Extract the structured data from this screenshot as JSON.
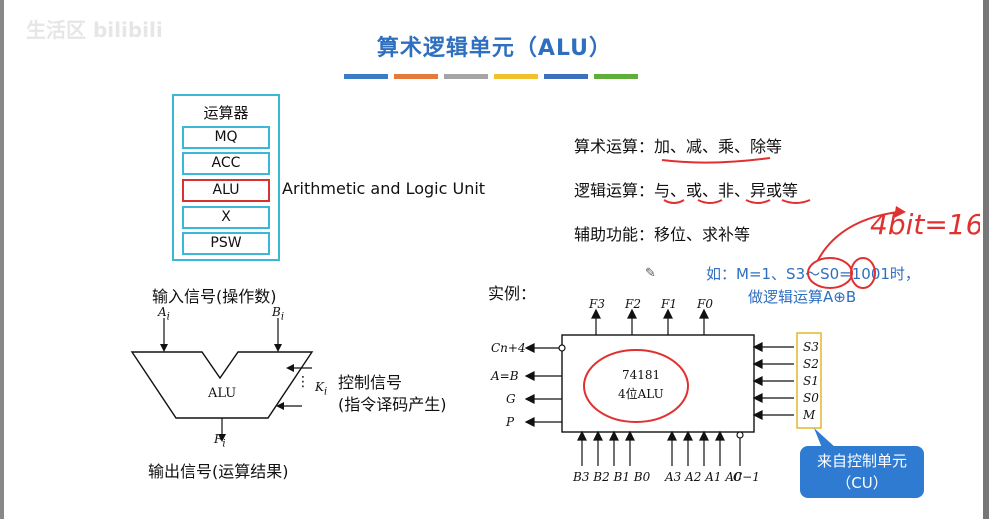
{
  "title": "算术逻辑单元（ALU）",
  "watermark": "生活区 bilibili",
  "bar_colors": [
    "#3b7dc4",
    "#e67a3b",
    "#a5a5a5",
    "#f2c22e",
    "#3e6fbf",
    "#5fae3a"
  ],
  "register_box": {
    "heading": "运算器",
    "registers": [
      "MQ",
      "ACC",
      "ALU",
      "X",
      "PSW"
    ],
    "highlighted": "ALU"
  },
  "alu_full_name": "Arithmetic and Logic Unit",
  "functions": {
    "arith": "算术运算：加、减、乘、除等",
    "logic": "逻辑运算：与、或、非、异或等",
    "aux": "辅助功能：移位、求补等"
  },
  "alu_diagram": {
    "input_label": "输入信号(操作数)",
    "output_label": "输出信号(运算结果)",
    "control_label_1": "控制信号",
    "control_label_2": "(指令译码产生)",
    "center": "ALU",
    "in_a": "A",
    "in_a_sub": "i",
    "in_b": "B",
    "in_b_sub": "i",
    "ctrl": "K",
    "ctrl_sub": "i",
    "out": "F",
    "out_sub": "i",
    "dots": "⋮"
  },
  "example": {
    "label": "实例：",
    "note_line1": "如：M=1、S3～S0=1001时，",
    "note_line2": "做逻辑运算A⊕B",
    "chip_line1": "74181",
    "chip_line2": "4位ALU",
    "left_pins": [
      "Cn+4",
      "A=B",
      "G",
      "P"
    ],
    "top_pins": [
      "F3",
      "F2",
      "F1",
      "F0"
    ],
    "right_pins": [
      "S3",
      "S2",
      "S1",
      "S0",
      "M"
    ],
    "bottom_left": "B3 B2 B1 B0",
    "bottom_right": "A3 A2 A1 A0",
    "bottom_carry": "C−1",
    "callout": "来自控制单元（CU）"
  },
  "handwriting": "4bit=16"
}
